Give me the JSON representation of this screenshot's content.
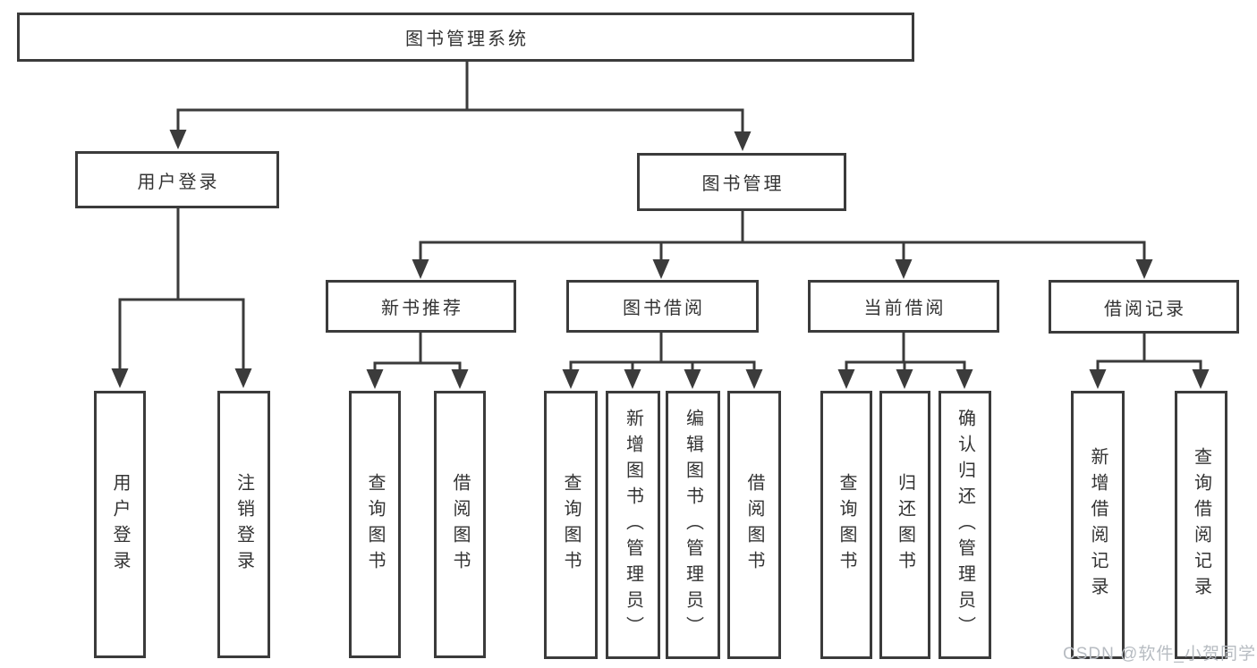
{
  "diagram": {
    "root": {
      "label": "图书管理系统"
    },
    "level2": {
      "user_login": {
        "label": "用户登录",
        "children": [
          {
            "label": "用户登录"
          },
          {
            "label": "注销登录"
          }
        ]
      },
      "book_mgmt": {
        "label": "图书管理",
        "children": [
          {
            "label": "新书推荐",
            "children": [
              {
                "label": "查询图书"
              },
              {
                "label": "借阅图书"
              }
            ]
          },
          {
            "label": "图书借阅",
            "children": [
              {
                "label": "查询图书"
              },
              {
                "label": "新增图书（管理员）"
              },
              {
                "label": "编辑图书（管理员）"
              },
              {
                "label": "借阅图书"
              }
            ]
          },
          {
            "label": "当前借阅",
            "children": [
              {
                "label": "查询图书"
              },
              {
                "label": "归还图书"
              },
              {
                "label": "确认归还（管理员）"
              }
            ]
          },
          {
            "label": "借阅记录",
            "children": [
              {
                "label": "新增借阅记录"
              },
              {
                "label": "查询借阅记录"
              }
            ]
          }
        ]
      }
    }
  },
  "watermark": {
    "text": "CSDN @软件_小贺同学"
  },
  "colors": {
    "line": "#3b3b3b",
    "text": "#333333",
    "box_background": "#ffffff",
    "watermark": "#b7bcc2"
  }
}
